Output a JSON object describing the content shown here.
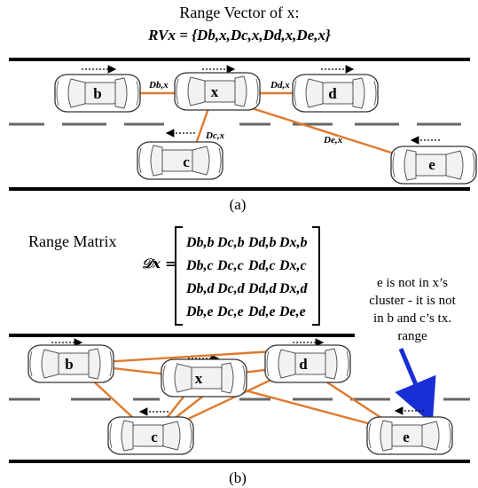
{
  "panel_a": {
    "title_line1": "Range Vector of x:",
    "title_line2": "RVx = {Db,x,Dc,x,Dd,x,De,x}",
    "caption": "(a)",
    "cars": [
      "b",
      "x",
      "d",
      "c",
      "e"
    ],
    "distances": [
      "Db,x",
      "Dd,x",
      "Dc,x",
      "De,x"
    ]
  },
  "panel_b": {
    "title": "Range Matrix",
    "matrix_symbol": "𝒟x =",
    "matrix_rows": [
      [
        "Db,b",
        "Dc,b",
        "Dd,b",
        "Dx,b"
      ],
      [
        "Db,c",
        "Dc,c",
        "Dd,c",
        "Dx,c"
      ],
      [
        "Db,d",
        "Dc,d",
        "Dd,d",
        "Dx,d"
      ],
      [
        "Db,e",
        "Dc,e",
        "Dd,e",
        "De,e"
      ]
    ],
    "note_lines": [
      "e is not in x’s",
      "cluster - it is not",
      "in b and c’s tx.",
      "range"
    ],
    "caption": "(b)",
    "cars": [
      "b",
      "x",
      "d",
      "c",
      "e"
    ]
  },
  "colors": {
    "link": "#E07A2E",
    "pointer_arrow": "#1a2ed6",
    "road": "#000000"
  }
}
